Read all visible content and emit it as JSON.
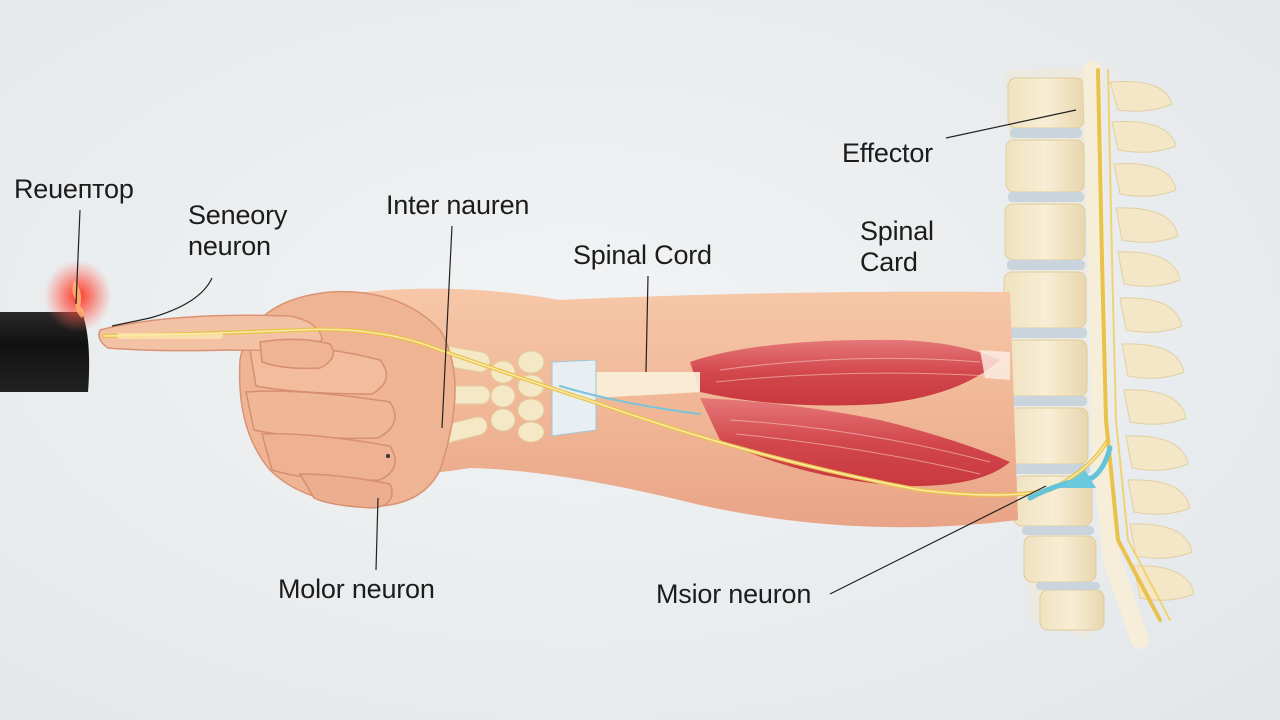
{
  "labels": {
    "receptor": "Reuептор",
    "sensory_neuron": "Senеory\nneuron",
    "interneuron": "Inter nauren",
    "spinal_cord_center": "Spinal Cord",
    "spinal_cord_right": "Spinal\nCard",
    "effector": "Effector",
    "motor_neuron_left": "Molor neuron",
    "motor_neuron_right": "Msior neuron"
  },
  "colors": {
    "background": "#ebeeef",
    "skin": "#f0b898",
    "muscle": "#d8484c",
    "nerve": "#e8c24a",
    "bone": "#f3e4c0",
    "stimulus": "#ff3a2a",
    "leader_line": "#222222"
  }
}
